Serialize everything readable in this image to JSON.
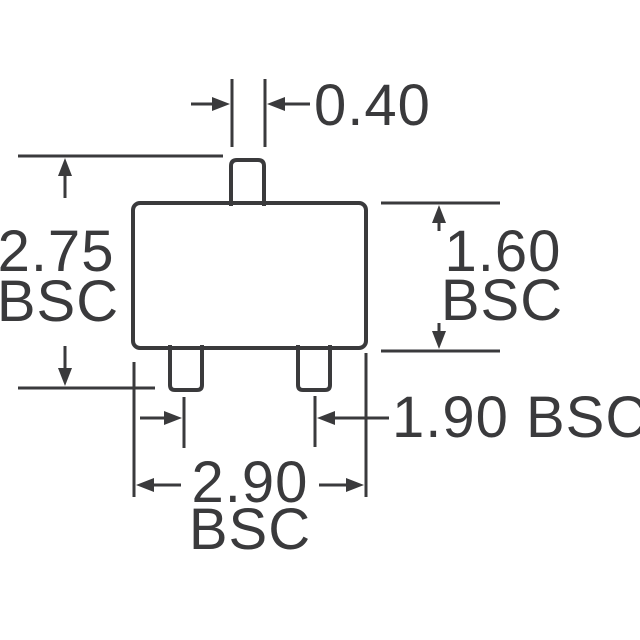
{
  "colors": {
    "line": "#3a3a3c",
    "background": "#ffffff"
  },
  "dimensions": {
    "top_lead_width": {
      "value": "0.40"
    },
    "overall_height": {
      "value": "2.75",
      "qualifier": "BSC"
    },
    "body_height": {
      "value": "1.60",
      "qualifier": "BSC"
    },
    "lead_pitch": {
      "value": "1.90 BSC"
    },
    "body_width": {
      "value": "2.90",
      "qualifier": "BSC"
    }
  }
}
